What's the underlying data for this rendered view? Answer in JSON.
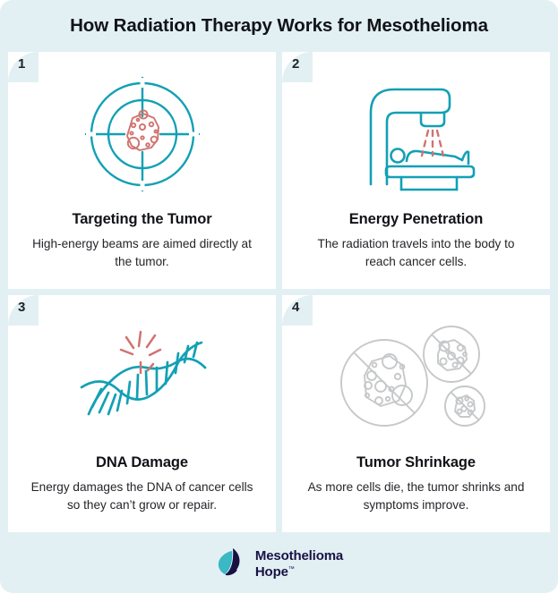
{
  "headline": "How Radiation Therapy Works for Mesothelioma",
  "colors": {
    "background": "#e2f0f4",
    "card": "#ffffff",
    "teal": "#12a0b5",
    "salmon": "#d9736f",
    "gray": "#c6c8ca",
    "headline_text": "#111317",
    "body_text": "#232529",
    "logo_navy": "#181243",
    "logo_teal": "#3ab8c4"
  },
  "cards": [
    {
      "number": "1",
      "title": "Targeting the Tumor",
      "body": "High-energy beams are aimed directly at the tumor.",
      "icon": "crosshair-target-tumor-icon"
    },
    {
      "number": "2",
      "title": "Energy Penetration",
      "body": "The radiation travels into the body to reach cancer cells.",
      "icon": "radiation-machine-icon"
    },
    {
      "number": "3",
      "title": "DNA Damage",
      "body": "Energy damages the DNA of cancer cells so they can’t grow or repair.",
      "icon": "dna-helix-damage-icon"
    },
    {
      "number": "4",
      "title": "Tumor Shrinkage",
      "body": "As more cells die, the tumor shrinks and symptoms improve.",
      "icon": "shrinking-tumor-cells-icon"
    }
  ],
  "footer": {
    "logo_line1": "Mesothelioma",
    "logo_line2": "Hope",
    "logo_tm": "™",
    "logo_mark": "leaf-butterfly-logo-icon"
  }
}
